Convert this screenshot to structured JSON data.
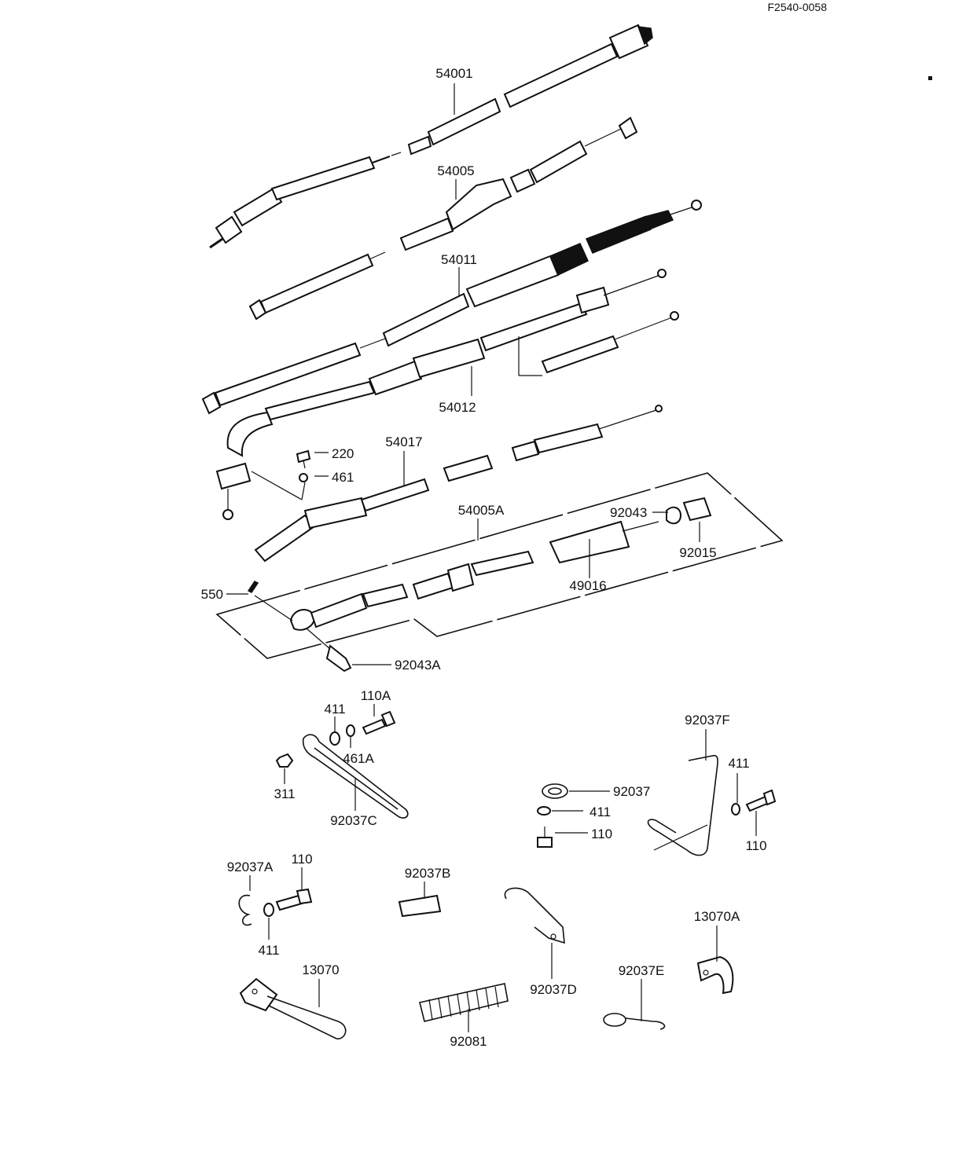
{
  "figure_code": "F2540-0058",
  "labels": {
    "p54001": "54001",
    "p54005": "54005",
    "p54011": "54011",
    "p54012": "54012",
    "p220": "220",
    "p461": "461",
    "p54017": "54017",
    "p54005A": "54005A",
    "p92043": "92043",
    "p92015": "92015",
    "p49016": "49016",
    "p550": "550",
    "p92043A": "92043A",
    "p110A": "110A",
    "p411a": "411",
    "p461A": "461A",
    "p311": "311",
    "p92037C": "92037C",
    "p92037F": "92037F",
    "p411b": "411",
    "p92037": "92037",
    "p411c": "411",
    "p110a": "110",
    "p110b": "110",
    "p92037A": "92037A",
    "p110c": "110",
    "p411d": "411",
    "p92037B": "92037B",
    "p13070": "13070",
    "p92081": "92081",
    "p92037D": "92037D",
    "p92037E": "92037E",
    "p13070A": "13070A"
  }
}
